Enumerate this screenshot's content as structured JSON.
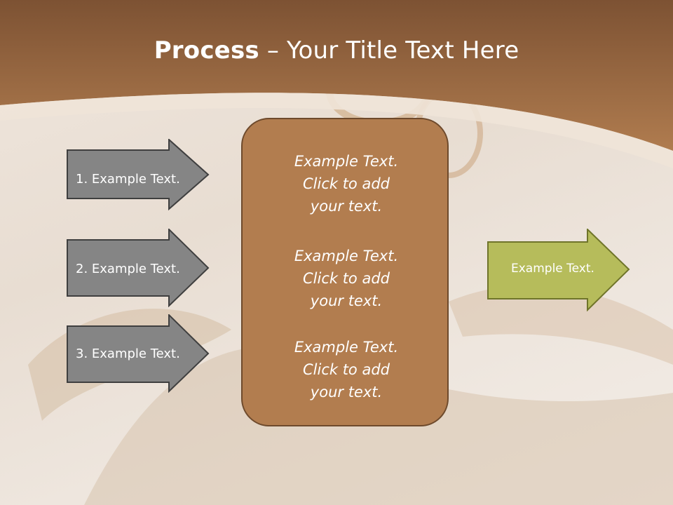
{
  "slide": {
    "title_bold": "Process",
    "title_rest": " – Your Title Text Here"
  },
  "inputs": [
    {
      "label": "1. Example Text."
    },
    {
      "label": "2. Example Text."
    },
    {
      "label": "3. Example Text."
    }
  ],
  "center": {
    "blocks": [
      {
        "line1": "Example Text.",
        "line2": "Click  to add",
        "line3": "your text."
      },
      {
        "line1": "Example Text.",
        "line2": "Click  to add",
        "line3": "your text."
      },
      {
        "line1": "Example Text.",
        "line2": "Click  to add",
        "line3": "your text."
      }
    ]
  },
  "output": {
    "label": "Example Text."
  },
  "colors": {
    "header_brown": "#a8764a",
    "gray_arrow": "#858585",
    "center_box": "#b27d4f",
    "green_arrow": "#b6bc5b"
  }
}
